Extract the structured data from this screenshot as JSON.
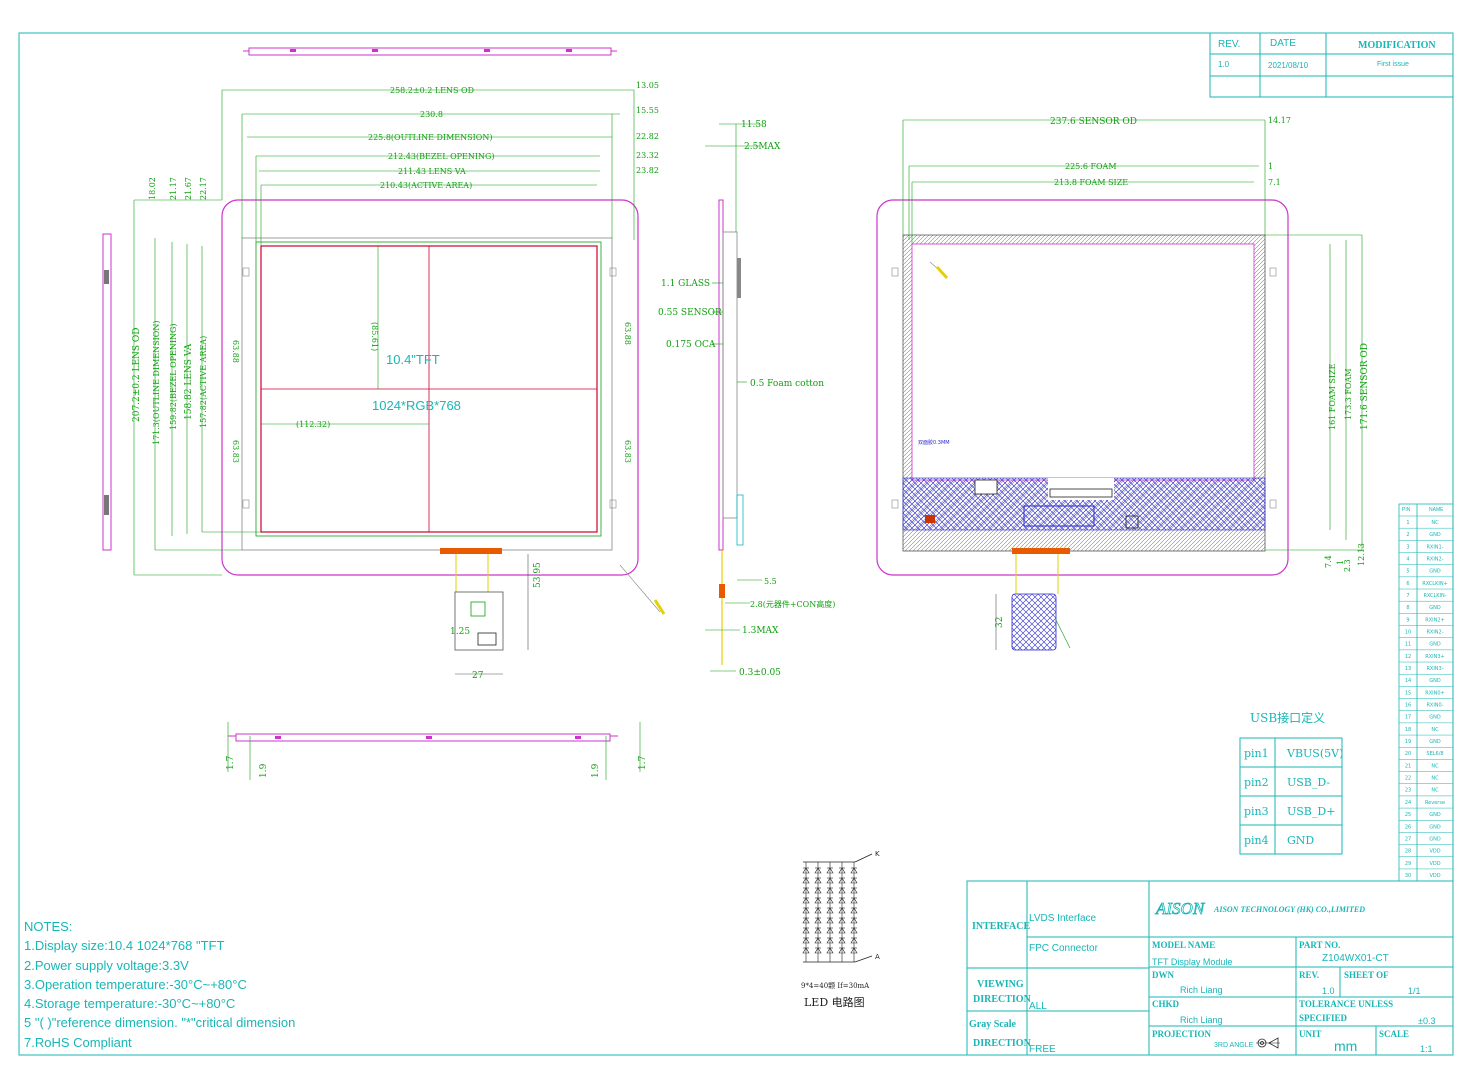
{
  "revision_table": {
    "headers": {
      "rev": "REV.",
      "date": "DATE",
      "modification": "MODIFICATION"
    },
    "row": {
      "rev": "1.0",
      "date": "2021/08/10",
      "modification": "First issue"
    }
  },
  "front_view": {
    "dims_top": [
      {
        "label": "258.2±0.2 LENS OD",
        "right": "13.05"
      },
      {
        "label": "230.8",
        "right": "15.55"
      },
      {
        "label": "225.8(OUTLINE DIMENSION)",
        "right": "22.82"
      },
      {
        "label": "212.43(BEZEL OPENING)",
        "right": "23.32"
      },
      {
        "label": "211.43 LENS VA",
        "right": "23.82"
      },
      {
        "label": "210.43(ACTIVE AREA)",
        "right": ""
      }
    ],
    "dims_left": [
      "207.2±0.2 LENS OD",
      "171.3(OUTLINE DIMENSION)",
      "159.82(BEZEL OPENING)",
      "158.82 LENS VA",
      "157.82(ACTIVE AREA)"
    ],
    "dims_left_top": [
      "18.02",
      "21.17",
      "21.67",
      "22.17"
    ],
    "panel_type": "10.4\"TFT",
    "resolution": "1024*RGB*768",
    "center_v": "(85.61)",
    "center_h": "(112.32)",
    "side_marks": [
      "63.88",
      "63.83"
    ],
    "fpc_height": "53.95",
    "fpc_width": "27",
    "fpc_pitch": "1.25"
  },
  "side_view": {
    "layers": [
      "1.1 GLASS",
      "0.55 SENSOR",
      "0.175 OCA"
    ],
    "right_labels": [
      "11.58",
      "2.5MAX",
      "0.5 Foam cotton",
      "5.5",
      "2.8(元器件+CON高度)",
      "1.3MAX",
      "0.3±0.05"
    ]
  },
  "back_view": {
    "dims_top": [
      {
        "label": "237.6 SENSOR OD",
        "right": "14.17"
      },
      {
        "label": "225.6 FOAM",
        "right": "1"
      },
      {
        "label": "213.8 FOAM SIZE",
        "right": "7.1"
      }
    ],
    "dims_right": [
      "161 FOAM SIZE",
      "173.3 FOAM",
      "171.6 SENSOR OD"
    ],
    "dims_right_bottom": [
      "7.4",
      "1",
      "2.3",
      "12.13"
    ],
    "fpc_height": "32",
    "note": "双面胶0.3MM"
  },
  "bottom_view": {
    "left": [
      "1.7",
      "1.9"
    ],
    "right": [
      "1.9",
      "1.7"
    ]
  },
  "usb_table": {
    "title": "USB接口定义",
    "rows": [
      {
        "pin": "pin1",
        "name": "VBUS(5V)"
      },
      {
        "pin": "pin2",
        "name": "USB_D-"
      },
      {
        "pin": "pin3",
        "name": "USB_D+"
      },
      {
        "pin": "pin4",
        "name": "GND"
      }
    ]
  },
  "pin_table": {
    "headers": [
      "PIN",
      "NAME"
    ],
    "rows": [
      [
        "1",
        "NC"
      ],
      [
        "2",
        "GND"
      ],
      [
        "3",
        "RXIN1-"
      ],
      [
        "4",
        "RXIN2-"
      ],
      [
        "5",
        "GND"
      ],
      [
        "6",
        "RXCLKIN+"
      ],
      [
        "7",
        "RXCLKIN-"
      ],
      [
        "8",
        "GND"
      ],
      [
        "9",
        "RXIN2+"
      ],
      [
        "10",
        "RXIN2-"
      ],
      [
        "11",
        "GND"
      ],
      [
        "12",
        "RXIN3+"
      ],
      [
        "13",
        "RXIN3-"
      ],
      [
        "14",
        "GND"
      ],
      [
        "15",
        "RXIN0+"
      ],
      [
        "16",
        "RXIN0-"
      ],
      [
        "17",
        "GND"
      ],
      [
        "18",
        "NC"
      ],
      [
        "19",
        "GND"
      ],
      [
        "20",
        "SEL6/8"
      ],
      [
        "21",
        "NC"
      ],
      [
        "22",
        "NC"
      ],
      [
        "23",
        "NC"
      ],
      [
        "24",
        "Reverse"
      ],
      [
        "25",
        "GND"
      ],
      [
        "26",
        "GND"
      ],
      [
        "27",
        "GND"
      ],
      [
        "28",
        "VDD"
      ],
      [
        "29",
        "VDD"
      ],
      [
        "30",
        "VDD"
      ]
    ]
  },
  "led_circuit": {
    "anode": "A",
    "cathode": "K",
    "spec": "9*4=40颗  If=30mA",
    "caption": "LED  电路图"
  },
  "notes": [
    "NOTES:",
    "1.Display size:10.4  1024*768  \"TFT",
    "2.Power supply voltage:3.3V",
    "3.Operation temperature:-30°C~+80°C",
    "4.Storage temperature:-30°C~+80°C",
    "5  \"( )\"reference dimension. \"*\"critical dimension",
    "7.RoHS Compliant"
  ],
  "title_block": {
    "interface_label": "INTERFACE",
    "interface_values": [
      "LVDS Interface",
      "FPC Connector"
    ],
    "viewing_label": "VIEWING DIRECTION",
    "viewing_value": "ALL",
    "gray_label": "Gray Scale DIRECTION",
    "gray_value": "FREE",
    "company_logo": "AISON",
    "company": "AISON TECHNOLOGY (HK) CO.,LIMITED",
    "model_name_label": "MODEL NAME",
    "model_name": "TFT Display Module",
    "part_no_label": "PART NO.",
    "part_no": "Z104WX01-CT",
    "dwn_label": "DWN",
    "dwn": "Rich Liang",
    "rev_label": "REV.",
    "rev": "1.0",
    "sheet_label": "SHEET  OF",
    "sheet": "1/1",
    "chkd_label": "CHKD",
    "chkd": "Rich Liang",
    "tolerance_label": "TOLERANCE UNLESS SPECIFIED",
    "tolerance": "±0.3",
    "projection_label": "PROJECTION",
    "projection": "3RD ANGLE",
    "unit_label": "UNIT",
    "unit": "mm",
    "scale_label": "SCALE",
    "scale": "1:1"
  },
  "colors": {
    "border": "#19b6b6",
    "dimension": "#11a011",
    "lens": "#cc33cc",
    "panel": "#cc0033",
    "hatch": "#2a2acc"
  }
}
